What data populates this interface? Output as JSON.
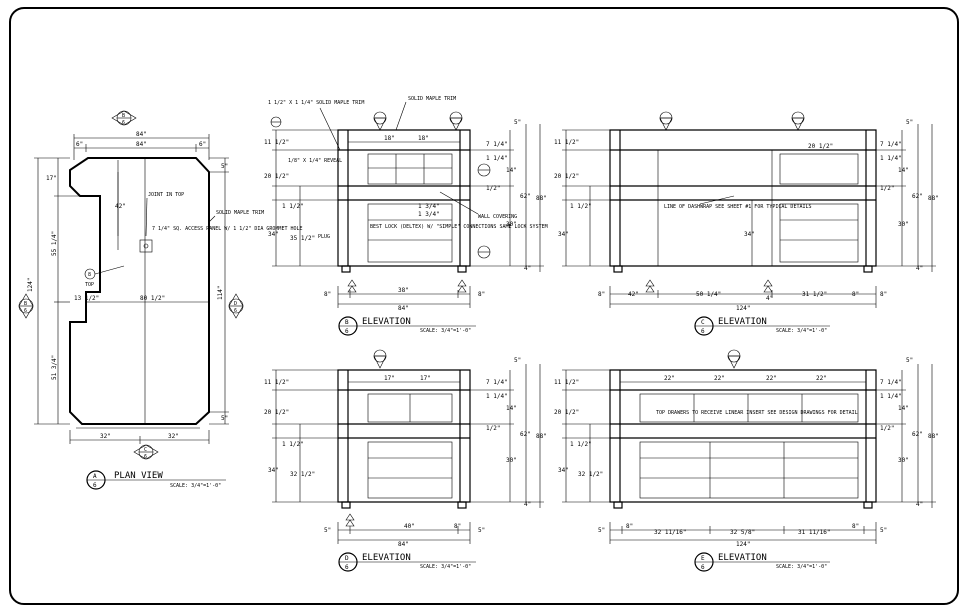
{
  "plan": {
    "title": "PLAN VIEW",
    "tag": {
      "letter": "A",
      "sheet": "6"
    },
    "scale": "SCALE: 3/4\"=1'-0\"",
    "dims": {
      "top_overall": "84\"",
      "top_inner": "84\"",
      "top_left": "6\"",
      "top_right": "6\"",
      "left_total": "124\"",
      "left_upper": "55 1/4\"",
      "left_lower": "51 3/4\"",
      "left_top": "17\"",
      "right_total": "114\"",
      "right_top": "5\"",
      "right_bottom": "5\"",
      "inner_42": "42\"",
      "mid_13": "13 1/2\"",
      "mid_80": "80 1/2\"",
      "bottom_left": "32\"",
      "bottom_right": "32\""
    },
    "notes": {
      "joint": "JOINT IN TOP",
      "access": "7 1/4\" SQ. ACCESS PANEL W/ 1 1/2\" DIA GROMMET HOLE",
      "solid_maple": "SOLID MAPLE TRIM",
      "top_label": "TOP"
    },
    "callouts": {
      "top": "B",
      "bottom": "C",
      "left": "B",
      "right": "D",
      "sheet": "6",
      "top_marker": "8"
    }
  },
  "elevations": [
    {
      "id": "B",
      "sheet": "6",
      "title": "ELEVATION",
      "scale": "SCALE: 3/4\"=1'-0\"",
      "dims": {
        "h1": "11 1/2\"",
        "h2": "20 1/2\"",
        "h3": "1 1/2\"",
        "h4": "34\"",
        "h5": "35 1/2\"",
        "r1": "7 1/4\"",
        "r2": "1 1/4\"",
        "r3": "14\"",
        "r4": "1/2\"",
        "r5": "30\"",
        "r6": "62\"",
        "r7": "88\"",
        "r8": "5\"",
        "r9": "4\"",
        "t1": "18\"",
        "t2": "18\"",
        "b1": "8\"",
        "b2": "38\"",
        "b3": "8\"",
        "b4": "84\"",
        "f1": "1 3/4\"",
        "f2": "1 3/4\""
      },
      "notes": {
        "trim": "1 1/2\" X 1 1/4\" SOLID MAPLE TRIM",
        "maple": "SOLID MAPLE TRIM",
        "reveal": "1/8\" X 1/4\" REVEAL",
        "lock": "BEST LOCK (DELTEX) W/ \"SIMPLE\" CONNECTIONS SAME LOCK SYSTEM",
        "wall": "WALL COVERING",
        "plug": "PLUG"
      }
    },
    {
      "id": "C",
      "sheet": "6",
      "title": "ELEVATION",
      "scale": "SCALE: 3/4\"=1'-0\"",
      "dims": {
        "h1": "11 1/2\"",
        "h2": "20 1/2\"",
        "h3": "1 1/2\"",
        "h4": "34\"",
        "r1": "7 1/4\"",
        "r2": "1 1/4\"",
        "r3": "14\"",
        "r4": "1/2\"",
        "r5": "30\"",
        "r6": "62\"",
        "r7": "88\"",
        "r8": "5\"",
        "r9": "4\"",
        "t1": "20 1/2\"",
        "b1": "8\"",
        "b2": "42\"",
        "b3": "50 1/4\"",
        "b4": "31 1/2\"",
        "b5": "8\"",
        "b6": "8\"",
        "b7": "124\"",
        "b8": "4\"",
        "m1": "34\""
      },
      "notes": {
        "dash": "LINE OF DASHWRAP SEE SHEET #1 FOR TYPICAL DETAILS"
      }
    },
    {
      "id": "D",
      "sheet": "6",
      "title": "ELEVATION",
      "scale": "SCALE: 3/4\"=1'-0\"",
      "dims": {
        "h1": "11 1/2\"",
        "h2": "20 1/2\"",
        "h3": "1 1/2\"",
        "h4": "34\"",
        "h5": "32 1/2\"",
        "r1": "7 1/4\"",
        "r2": "1 1/4\"",
        "r3": "14\"",
        "r4": "1/2\"",
        "r5": "30\"",
        "r6": "62\"",
        "r7": "88\"",
        "r8": "5\"",
        "r9": "4\"",
        "t1": "17\"",
        "t2": "17\"",
        "b1": "5\"",
        "b2": "40\"",
        "b3": "8\"",
        "b4": "5\"",
        "b5": "84\""
      },
      "notes": {}
    },
    {
      "id": "E",
      "sheet": "6",
      "title": "ELEVATION",
      "scale": "SCALE: 3/4\"=1'-0\"",
      "dims": {
        "h1": "11 1/2\"",
        "h2": "20 1/2\"",
        "h3": "1 1/2\"",
        "h4": "34\"",
        "h5": "32 1/2\"",
        "r1": "7 1/4\"",
        "r2": "1 1/4\"",
        "r3": "14\"",
        "r4": "1/2\"",
        "r5": "30\"",
        "r6": "62\"",
        "r7": "88\"",
        "r8": "5\"",
        "r9": "4\"",
        "t1": "22\"",
        "t2": "22\"",
        "t3": "22\"",
        "t4": "22\"",
        "b1": "5\"",
        "b2": "8\"",
        "b3": "32 11/16\"",
        "b4": "32 5/8\"",
        "b5": "31 11/16\"",
        "b6": "8\"",
        "b7": "5\"",
        "b8": "124\""
      },
      "notes": {
        "drawers": "TOP DRAWERS TO RECEIVE LINEAR INSERT SEE DESIGN DRAWINGS FOR DETAIL"
      }
    }
  ]
}
